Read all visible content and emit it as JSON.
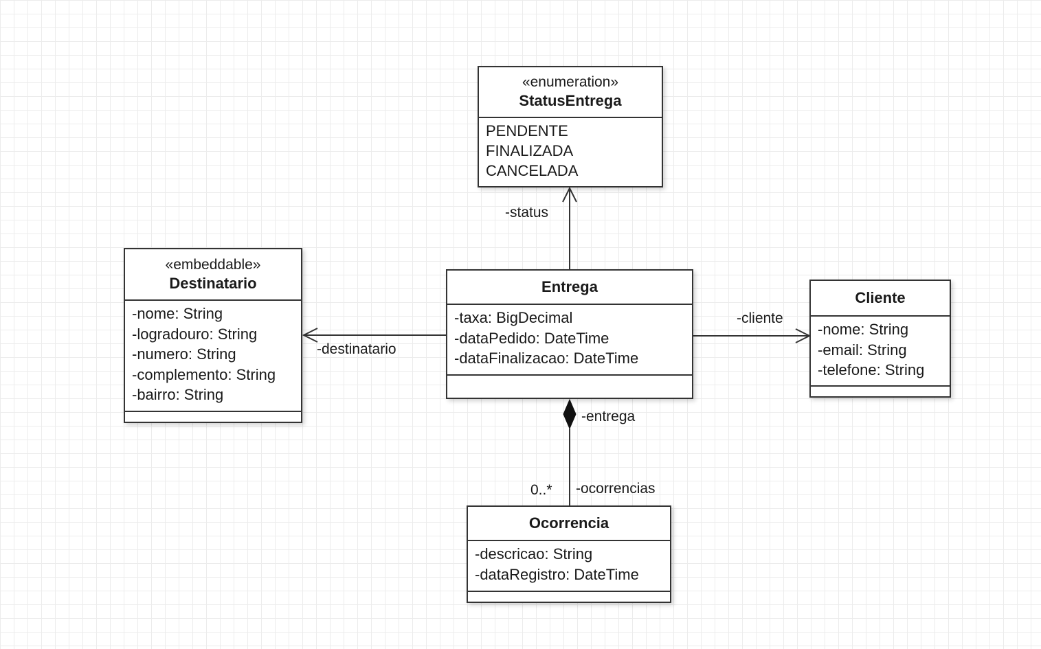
{
  "classes": {
    "status_entrega": {
      "stereotype": "«enumeration»",
      "name": "StatusEntrega",
      "literals": [
        "PENDENTE",
        "FINALIZADA",
        "CANCELADA"
      ]
    },
    "destinatario": {
      "stereotype": "«embeddable»",
      "name": "Destinatario",
      "attributes": [
        "-nome: String",
        "-logradouro: String",
        "-numero: String",
        "-complemento: String",
        "-bairro: String"
      ]
    },
    "entrega": {
      "name": "Entrega",
      "attributes": [
        "-taxa: BigDecimal",
        "-dataPedido: DateTime",
        "-dataFinalizacao: DateTime"
      ]
    },
    "cliente": {
      "name": "Cliente",
      "attributes": [
        "-nome: String",
        "-email: String",
        "-telefone: String"
      ]
    },
    "ocorrencia": {
      "name": "Ocorrencia",
      "attributes": [
        "-descricao: String",
        "-dataRegistro: DateTime"
      ]
    }
  },
  "associations": {
    "status": "-status",
    "destinatario": "-destinatario",
    "cliente": "-cliente",
    "entrega": "-entrega",
    "ocorrencias": "-ocorrencias",
    "ocorrencias_multiplicity": "0..*"
  },
  "colors": {
    "line": "#333333",
    "grid": "#ececec",
    "background": "#ffffff"
  }
}
